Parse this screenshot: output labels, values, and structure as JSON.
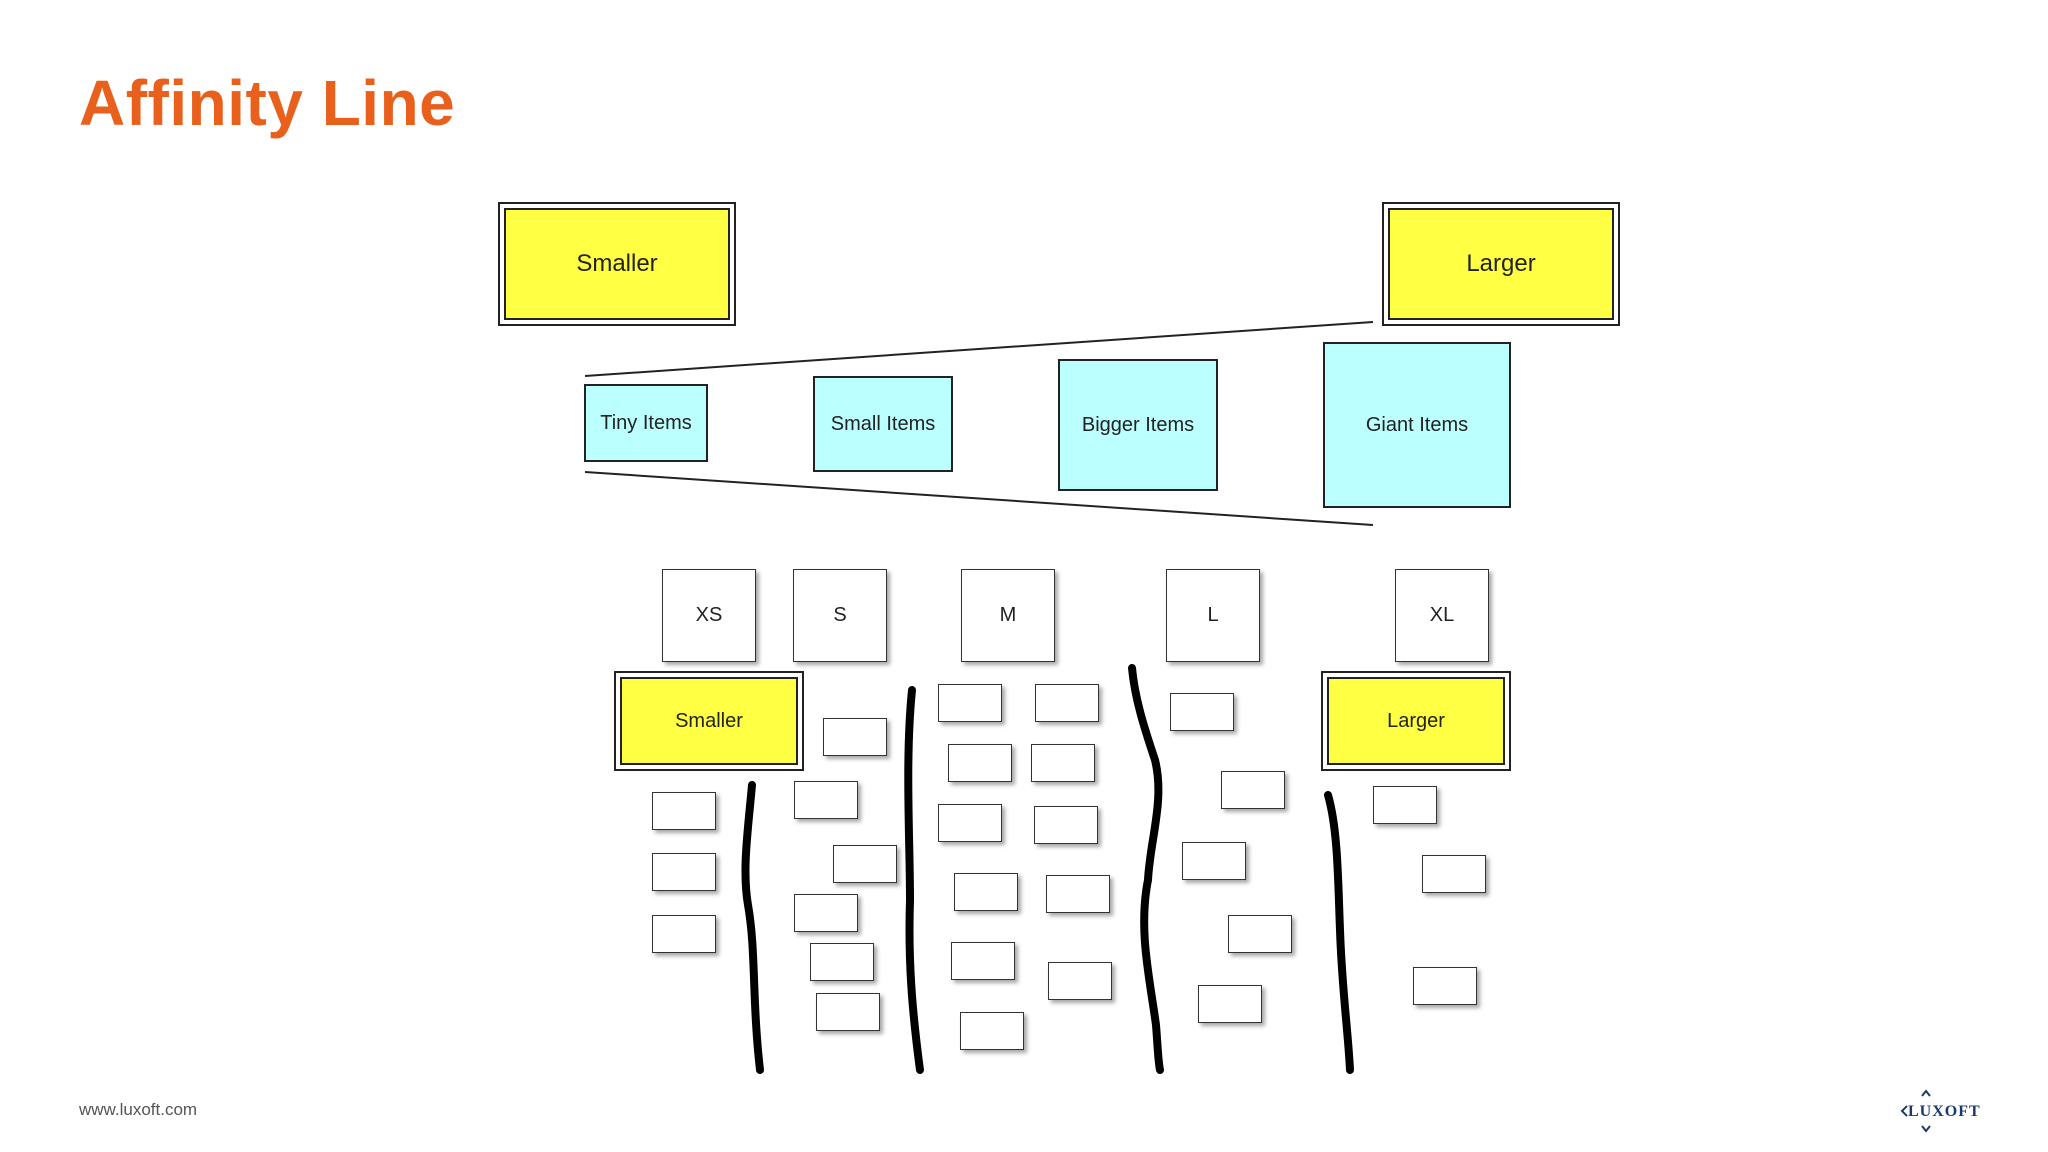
{
  "page": {
    "title": "Affinity Line",
    "footer_url": "www.luxoft.com",
    "logo_text": "LUXOFT"
  },
  "diagram": {
    "top_labels": {
      "smaller": "Smaller",
      "larger": "Larger"
    },
    "item_groups": [
      "Tiny Items",
      "Small Items",
      "Bigger Items",
      "Giant Items"
    ],
    "size_cards": [
      "XS",
      "S",
      "M",
      "L",
      "XL"
    ],
    "wall_labels": {
      "smaller": "Smaller",
      "larger": "Larger"
    }
  },
  "colors": {
    "title": "#e8601c",
    "yellow": "#ffff44",
    "cyan": "#bbffff"
  }
}
